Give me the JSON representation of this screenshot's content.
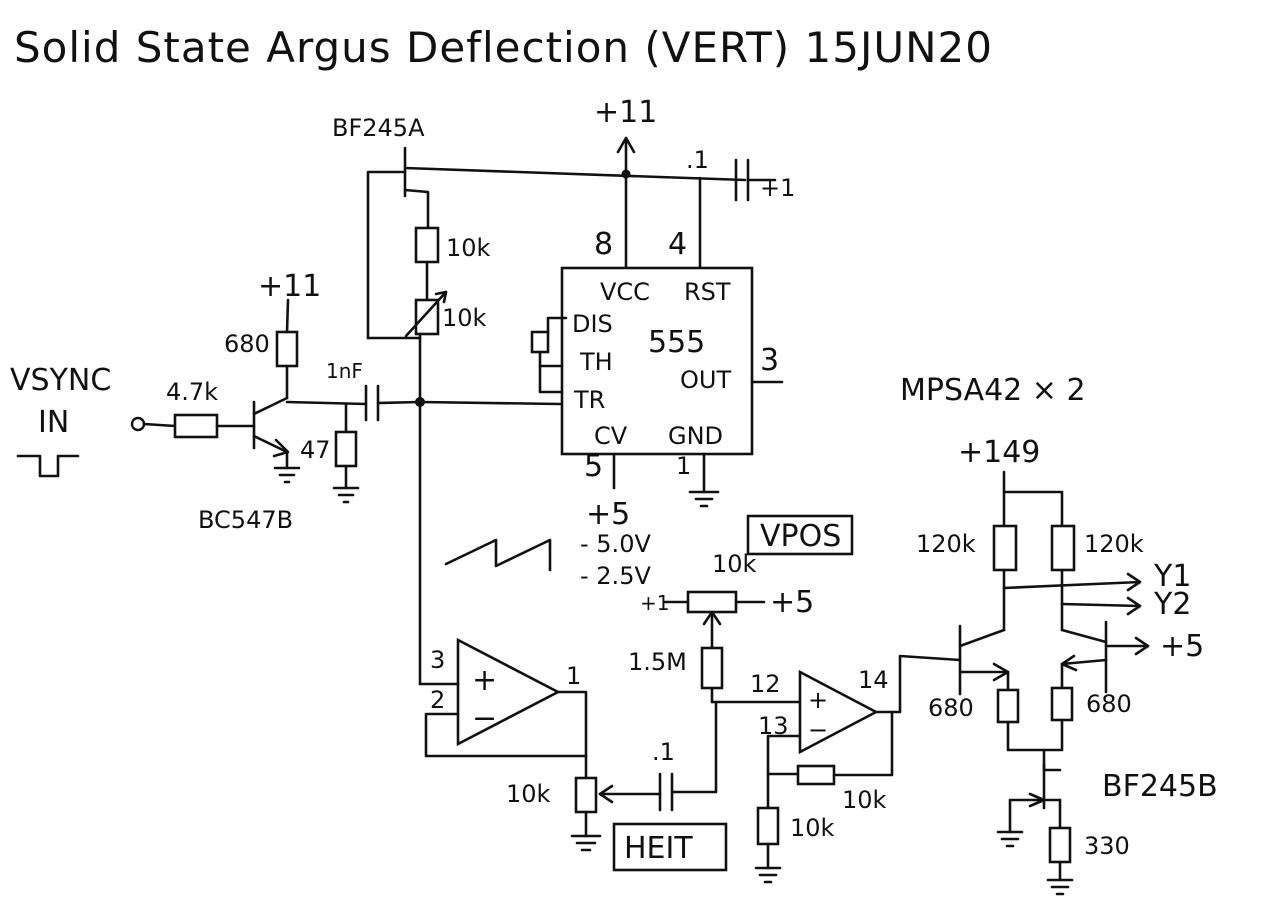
{
  "title": "Solid State Argus Deflection (VERT) 15JUN20",
  "input": {
    "label_line1": "VSYNC",
    "label_line2": "IN"
  },
  "supplies": {
    "top": "+11",
    "left": "+11",
    "five_bottom": "+5",
    "hv": "+149",
    "pot_right": "+5",
    "out_five": "+5"
  },
  "parts": {
    "jfet_top": "BF245A",
    "r_fixed": "10k",
    "r_var": "10k",
    "r_input": "4.7k",
    "r_bias": "680",
    "r_base": "47",
    "transistor": "BC547B",
    "cap_coupling": "1nF",
    "cap_bypass": ".1",
    "cap_bypass_right": "+1",
    "pot_vpos": "10k",
    "pot_vpos_left": "+1",
    "r_1m5": "1.5M",
    "pot_height": "10k",
    "cap_height": ".1",
    "r_fb": "10k",
    "r_gnd": "10k",
    "r_col_left": "120k",
    "r_col_right": "120k",
    "r_em_left": "680",
    "r_em_right": "680",
    "jfet_bottom": "BF245B",
    "r_source": "330",
    "hv_pair": "MPSA42 × 2"
  },
  "ic555": {
    "name": "555",
    "pins": {
      "vcc": "VCC",
      "rst": "RST",
      "dis": "DIS",
      "th": "TH",
      "tr": "TR",
      "cv": "CV",
      "gnd": "GND",
      "out": "OUT"
    },
    "pin_numbers": {
      "vcc": "8",
      "rst": "4",
      "out": "3",
      "cv": "5",
      "gnd": "1"
    }
  },
  "ramp": {
    "high": "- 5.0V",
    "low": "- 2.5V"
  },
  "boxes": {
    "vpos": "VPOS",
    "height": "HEIT"
  },
  "opamp1": {
    "plus": "+",
    "minus": "−",
    "pin_plus": "3",
    "pin_minus": "2",
    "pin_out": "1"
  },
  "opamp2": {
    "plus": "+",
    "minus": "−",
    "pin_plus": "12",
    "pin_minus": "13",
    "pin_out": "14"
  },
  "outputs": {
    "y1": "Y1",
    "y2": "Y2"
  }
}
